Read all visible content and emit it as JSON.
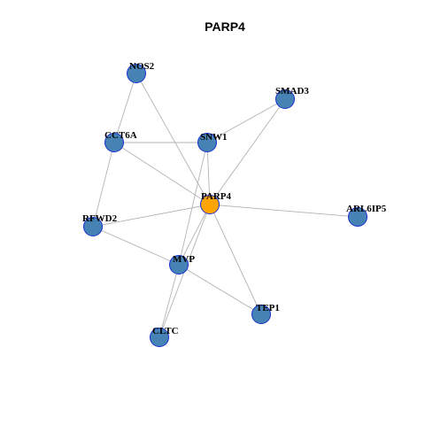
{
  "title": "PARP4",
  "colors": {
    "center": "#FFA500",
    "neighbor": "#4682B4",
    "node_border": "#1A2FD0",
    "edge": "#B3B3B3"
  },
  "nodes": [
    {
      "id": "PARP4",
      "label": "PARP4",
      "role": "center"
    },
    {
      "id": "NOS2",
      "label": "NOS2",
      "role": "neighbor"
    },
    {
      "id": "SMAD3",
      "label": "SMAD3",
      "role": "neighbor"
    },
    {
      "id": "CCT6A",
      "label": "CCT6A",
      "role": "neighbor"
    },
    {
      "id": "SNW1",
      "label": "SNW1",
      "role": "neighbor"
    },
    {
      "id": "ARL6IP5",
      "label": "ARL6IP5",
      "role": "neighbor"
    },
    {
      "id": "RFWD2",
      "label": "RFWD2",
      "role": "neighbor"
    },
    {
      "id": "MVP",
      "label": "MVP",
      "role": "neighbor"
    },
    {
      "id": "TEP1",
      "label": "TEP1",
      "role": "neighbor"
    },
    {
      "id": "CLTC",
      "label": "CLTC",
      "role": "neighbor"
    }
  ],
  "edges": [
    [
      "NOS2",
      "CCT6A"
    ],
    [
      "NOS2",
      "PARP4"
    ],
    [
      "SMAD3",
      "SNW1"
    ],
    [
      "SMAD3",
      "PARP4"
    ],
    [
      "CCT6A",
      "SNW1"
    ],
    [
      "CCT6A",
      "PARP4"
    ],
    [
      "CCT6A",
      "RFWD2"
    ],
    [
      "SNW1",
      "PARP4"
    ],
    [
      "SNW1",
      "MVP"
    ],
    [
      "PARP4",
      "ARL6IP5"
    ],
    [
      "PARP4",
      "RFWD2"
    ],
    [
      "PARP4",
      "MVP"
    ],
    [
      "PARP4",
      "TEP1"
    ],
    [
      "PARP4",
      "CLTC"
    ],
    [
      "RFWD2",
      "MVP"
    ],
    [
      "MVP",
      "TEP1"
    ],
    [
      "MVP",
      "CLTC"
    ]
  ]
}
